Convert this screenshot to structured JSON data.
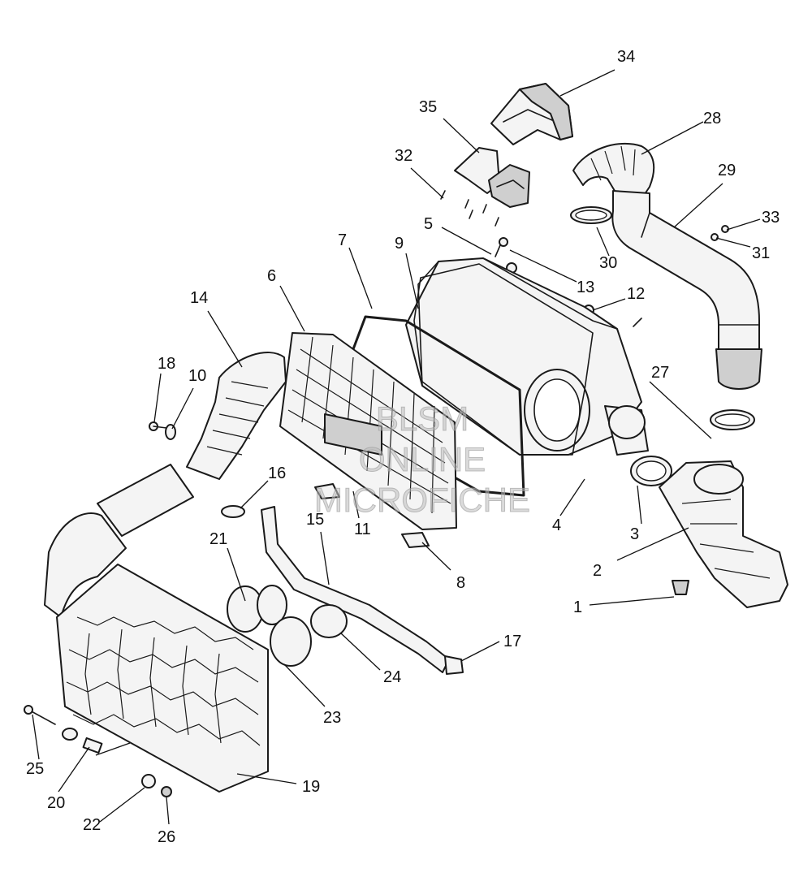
{
  "watermark": {
    "line1": "BLSM",
    "line2": "ONLINE",
    "line3": "MICROFICHE"
  },
  "callouts": [
    {
      "id": "c1",
      "text": "1"
    },
    {
      "id": "c2",
      "text": "2"
    },
    {
      "id": "c3",
      "text": "3"
    },
    {
      "id": "c4",
      "text": "4"
    },
    {
      "id": "c5",
      "text": "5"
    },
    {
      "id": "c6",
      "text": "6"
    },
    {
      "id": "c7",
      "text": "7"
    },
    {
      "id": "c8",
      "text": "8"
    },
    {
      "id": "c9",
      "text": "9"
    },
    {
      "id": "c10",
      "text": "10"
    },
    {
      "id": "c11",
      "text": "11"
    },
    {
      "id": "c12",
      "text": "12"
    },
    {
      "id": "c13",
      "text": "13"
    },
    {
      "id": "c14",
      "text": "14"
    },
    {
      "id": "c15",
      "text": "15"
    },
    {
      "id": "c16",
      "text": "16"
    },
    {
      "id": "c17",
      "text": "17"
    },
    {
      "id": "c18",
      "text": "18"
    },
    {
      "id": "c19",
      "text": "19"
    },
    {
      "id": "c20",
      "text": "20"
    },
    {
      "id": "c21",
      "text": "21"
    },
    {
      "id": "c22",
      "text": "22"
    },
    {
      "id": "c23",
      "text": "23"
    },
    {
      "id": "c24",
      "text": "24"
    },
    {
      "id": "c25",
      "text": "25"
    },
    {
      "id": "c26",
      "text": "26"
    },
    {
      "id": "c27",
      "text": "27"
    },
    {
      "id": "c28",
      "text": "28"
    },
    {
      "id": "c29",
      "text": "29"
    },
    {
      "id": "c30",
      "text": "30"
    },
    {
      "id": "c31",
      "text": "31"
    },
    {
      "id": "c32",
      "text": "32"
    },
    {
      "id": "c33",
      "text": "33"
    },
    {
      "id": "c34",
      "text": "34"
    },
    {
      "id": "c35",
      "text": "35"
    }
  ]
}
